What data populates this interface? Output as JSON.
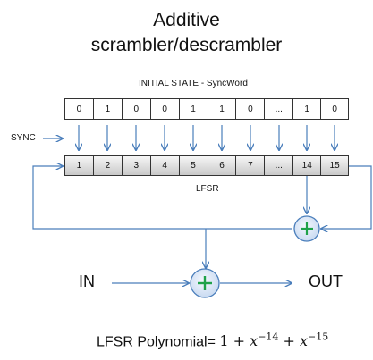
{
  "title": {
    "line1": "Additive",
    "line2": "scrambler/descrambler"
  },
  "initial_state": {
    "label": "INITIAL STATE  - SyncWord",
    "bits": [
      "0",
      "1",
      "0",
      "0",
      "1",
      "1",
      "0",
      "...",
      "1",
      "0"
    ]
  },
  "sync_label": "SYNC",
  "lfsr": {
    "cells": [
      "1",
      "2",
      "3",
      "4",
      "5",
      "6",
      "7",
      "...",
      "14",
      "15"
    ],
    "label": "LFSR"
  },
  "io": {
    "in_label": "IN",
    "out_label": "OUT"
  },
  "adder_symbol": "+",
  "polynomial": {
    "prefix": "LFSR Polynomial= ",
    "one": "1",
    "plus": "+",
    "x": "x",
    "exp1": "−14",
    "exp2": "−15"
  },
  "colors": {
    "wire": "#4a7ebb",
    "adder_fill": "#dbe8f8",
    "adder_plus": "#1fa24a"
  }
}
